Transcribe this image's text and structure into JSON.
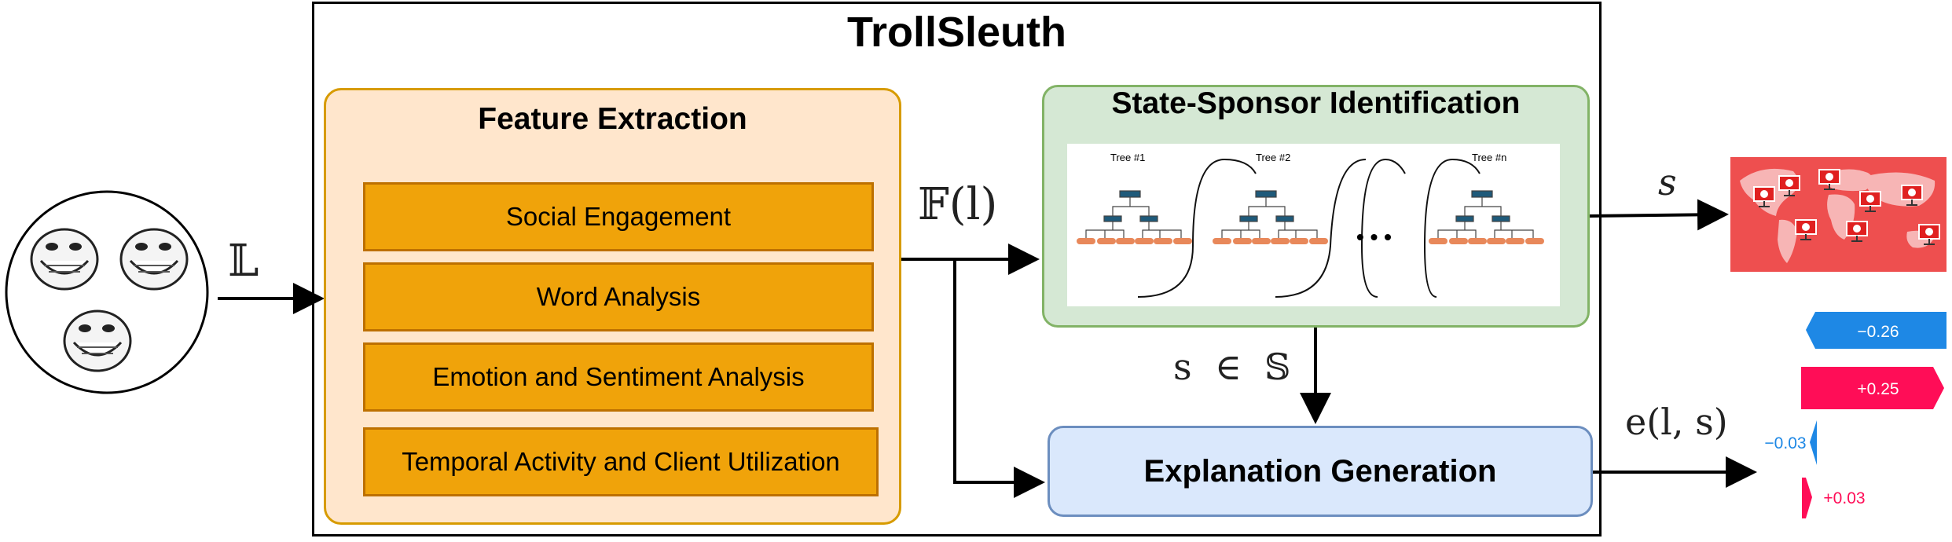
{
  "title": "TrollSleuth",
  "feature_extraction": {
    "title": "Feature Extraction",
    "features": [
      "Social Engagement",
      "Word Analysis",
      "Emotion and Sentiment Analysis",
      "Temporal Activity and Client Utilization"
    ]
  },
  "state_sponsor": {
    "title": "State-Sponsor Identification",
    "tree_labels": [
      "Tree #1",
      "Tree #2",
      "Tree #n"
    ],
    "ellipsis": "• • •"
  },
  "explanation": {
    "title": "Explanation Generation"
  },
  "labels": {
    "input_set": "𝕃",
    "features": "𝔽(l)",
    "sponsor": "s",
    "sponsor_set": "s  ∈  𝕊",
    "explanation": "e(l, s)"
  },
  "shap_values": [
    "−0.26",
    "+0.25",
    "−0.03",
    "+0.03"
  ],
  "colors": {
    "feature_box": "#f0a30a",
    "feature_panel": "#ffe6cc",
    "ssi_panel": "#d5e8d4",
    "explanation_panel": "#dae8fc",
    "map": "#ee4f4f",
    "shap_negative": "#1e88e5",
    "shap_positive": "#ff0d57"
  },
  "icons": [
    "troll-face-icon",
    "world-map-icon",
    "alert-monitor-icon",
    "decision-tree-icon"
  ]
}
